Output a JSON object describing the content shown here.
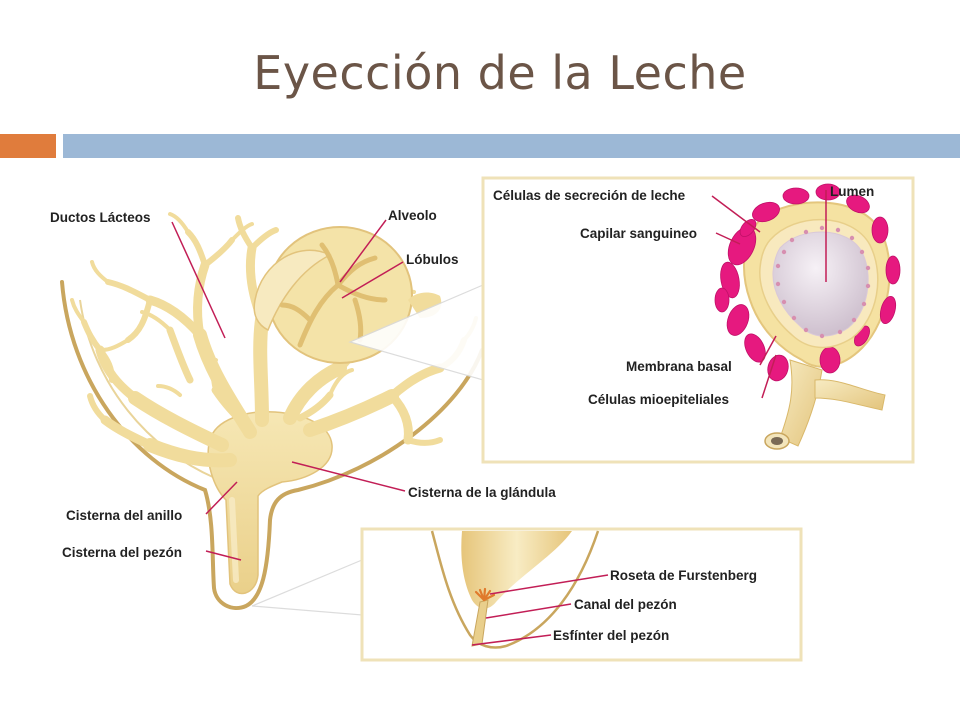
{
  "slide": {
    "title": "Eyección de la Leche"
  },
  "colors": {
    "title": "#6b5547",
    "accent_orange": "#e07c3c",
    "accent_blue": "#9cb8d6",
    "tissue": "#f2dfa0",
    "tissue_outline": "#c9a65e",
    "leader_line": "#c21e56",
    "secretory_cells": "#e6197f",
    "lumen": "#e8dfe8"
  },
  "labels": {
    "ductos_lacteos": "Ductos Lácteos",
    "alveolo": "Alveolo",
    "lobulos": "Lóbulos",
    "cisterna_glandula": "Cisterna de la glándula",
    "cisterna_anillo": "Cisterna del anillo",
    "cisterna_pezon": "Cisterna del pezón",
    "celulas_secrecion": "Células de secreción de leche",
    "lumen": "Lumen",
    "capilar": "Capilar sanguineo",
    "membrana_basal": "Membrana basal",
    "celulas_mioepiteliales": "Células mioepiteliales",
    "roseta": "Roseta de Furstenberg",
    "canal_pezon": "Canal del pezón",
    "esfinter": "Esfínter del pezón"
  }
}
